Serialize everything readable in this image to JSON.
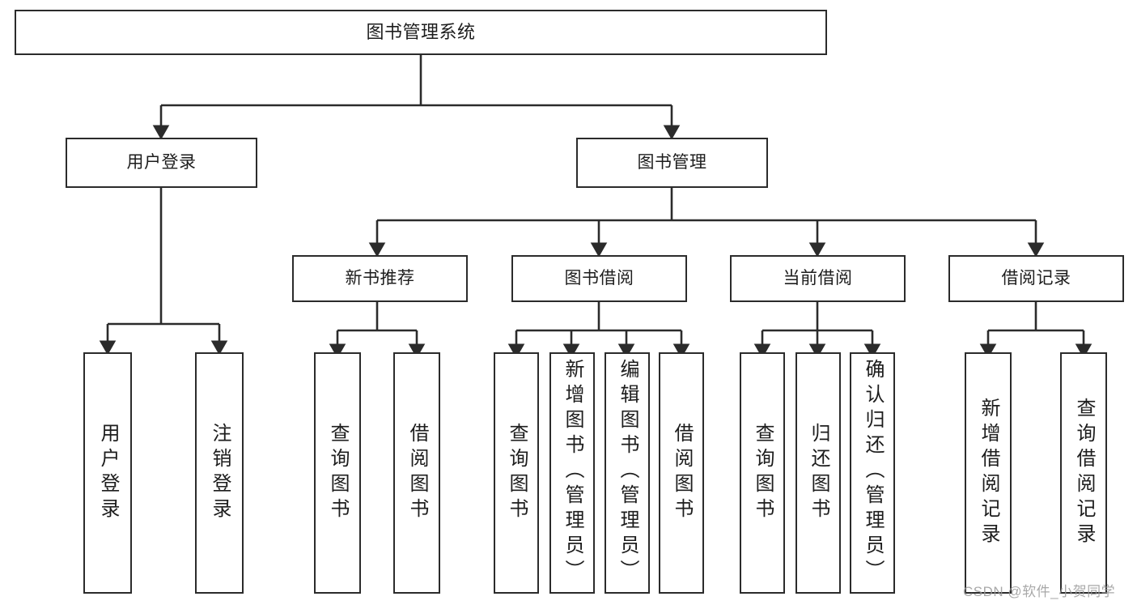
{
  "diagram": {
    "title_node": {
      "label": "图书管理系统"
    },
    "level2": [
      {
        "label": "用户登录"
      },
      {
        "label": "图书管理"
      }
    ],
    "level3": [
      {
        "label": "新书推荐"
      },
      {
        "label": "图书借阅"
      },
      {
        "label": "当前借阅"
      },
      {
        "label": "借阅记录"
      }
    ],
    "leaves": {
      "user_login": [
        {
          "label": "用户登录"
        },
        {
          "label": "注销登录"
        }
      ],
      "new_book_recommend": [
        {
          "label": "查询图书"
        },
        {
          "label": "借阅图书"
        }
      ],
      "book_borrow": [
        {
          "label": "查询图书"
        },
        {
          "label": "新增图书（管理员）"
        },
        {
          "label": "编辑图书（管理员）"
        },
        {
          "label": "借阅图书"
        }
      ],
      "current_borrow": [
        {
          "label": "查询图书"
        },
        {
          "label": "归还图书"
        },
        {
          "label": "确认归还（管理员）"
        }
      ],
      "borrow_record": [
        {
          "label": "新增借阅记录"
        },
        {
          "label": "查询借阅记录"
        }
      ]
    }
  },
  "watermark": {
    "text": "CSDN @软件_小贺同学"
  },
  "colors": {
    "stroke": "#2b2b2b",
    "background": "#ffffff",
    "text": "#1d1d1d",
    "watermark": "#9a9a9a"
  }
}
